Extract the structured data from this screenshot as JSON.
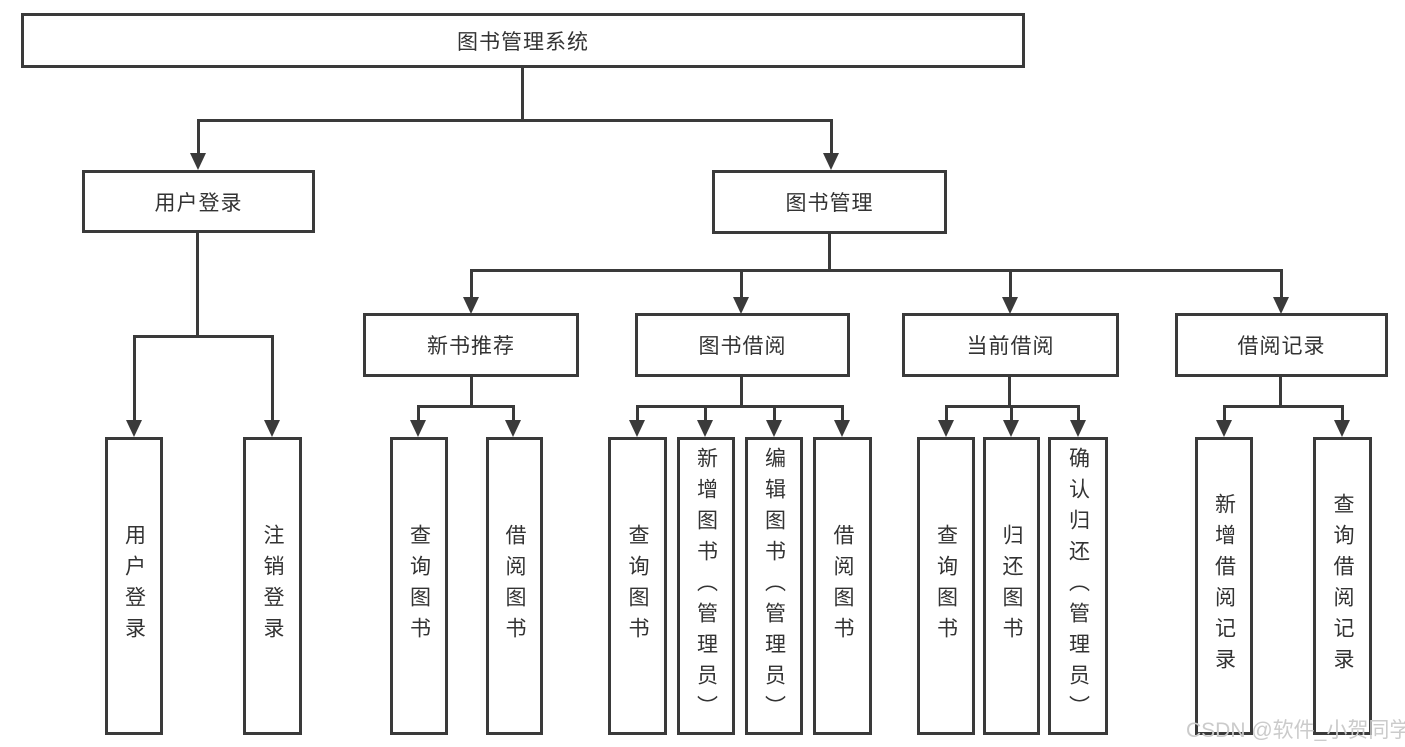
{
  "nodes": {
    "root": "图书管理系统",
    "user_login": "用户登录",
    "book_management": "图书管理",
    "new_book_recommend": "新书推荐",
    "book_borrow": "图书借阅",
    "current_borrow": "当前借阅",
    "borrow_records": "借阅记录",
    "leaves": {
      "user_login": [
        "用户登录",
        "注销登录"
      ],
      "new_book_recommend": [
        "查询图书",
        "借阅图书"
      ],
      "book_borrow": [
        "查询图书",
        "新增图书（管理员）",
        "编辑图书（管理员）",
        "借阅图书"
      ],
      "current_borrow": [
        "查询图书",
        "归还图书",
        "确认归还（管理员）"
      ],
      "borrow_records": [
        "新增借阅记录",
        "查询借阅记录"
      ]
    }
  },
  "watermark": "CSDN @软件_小贺同学",
  "colors": {
    "line": "#3a3a3a",
    "text": "#333333",
    "watermark": "#cbcbcb",
    "background": "#ffffff"
  }
}
